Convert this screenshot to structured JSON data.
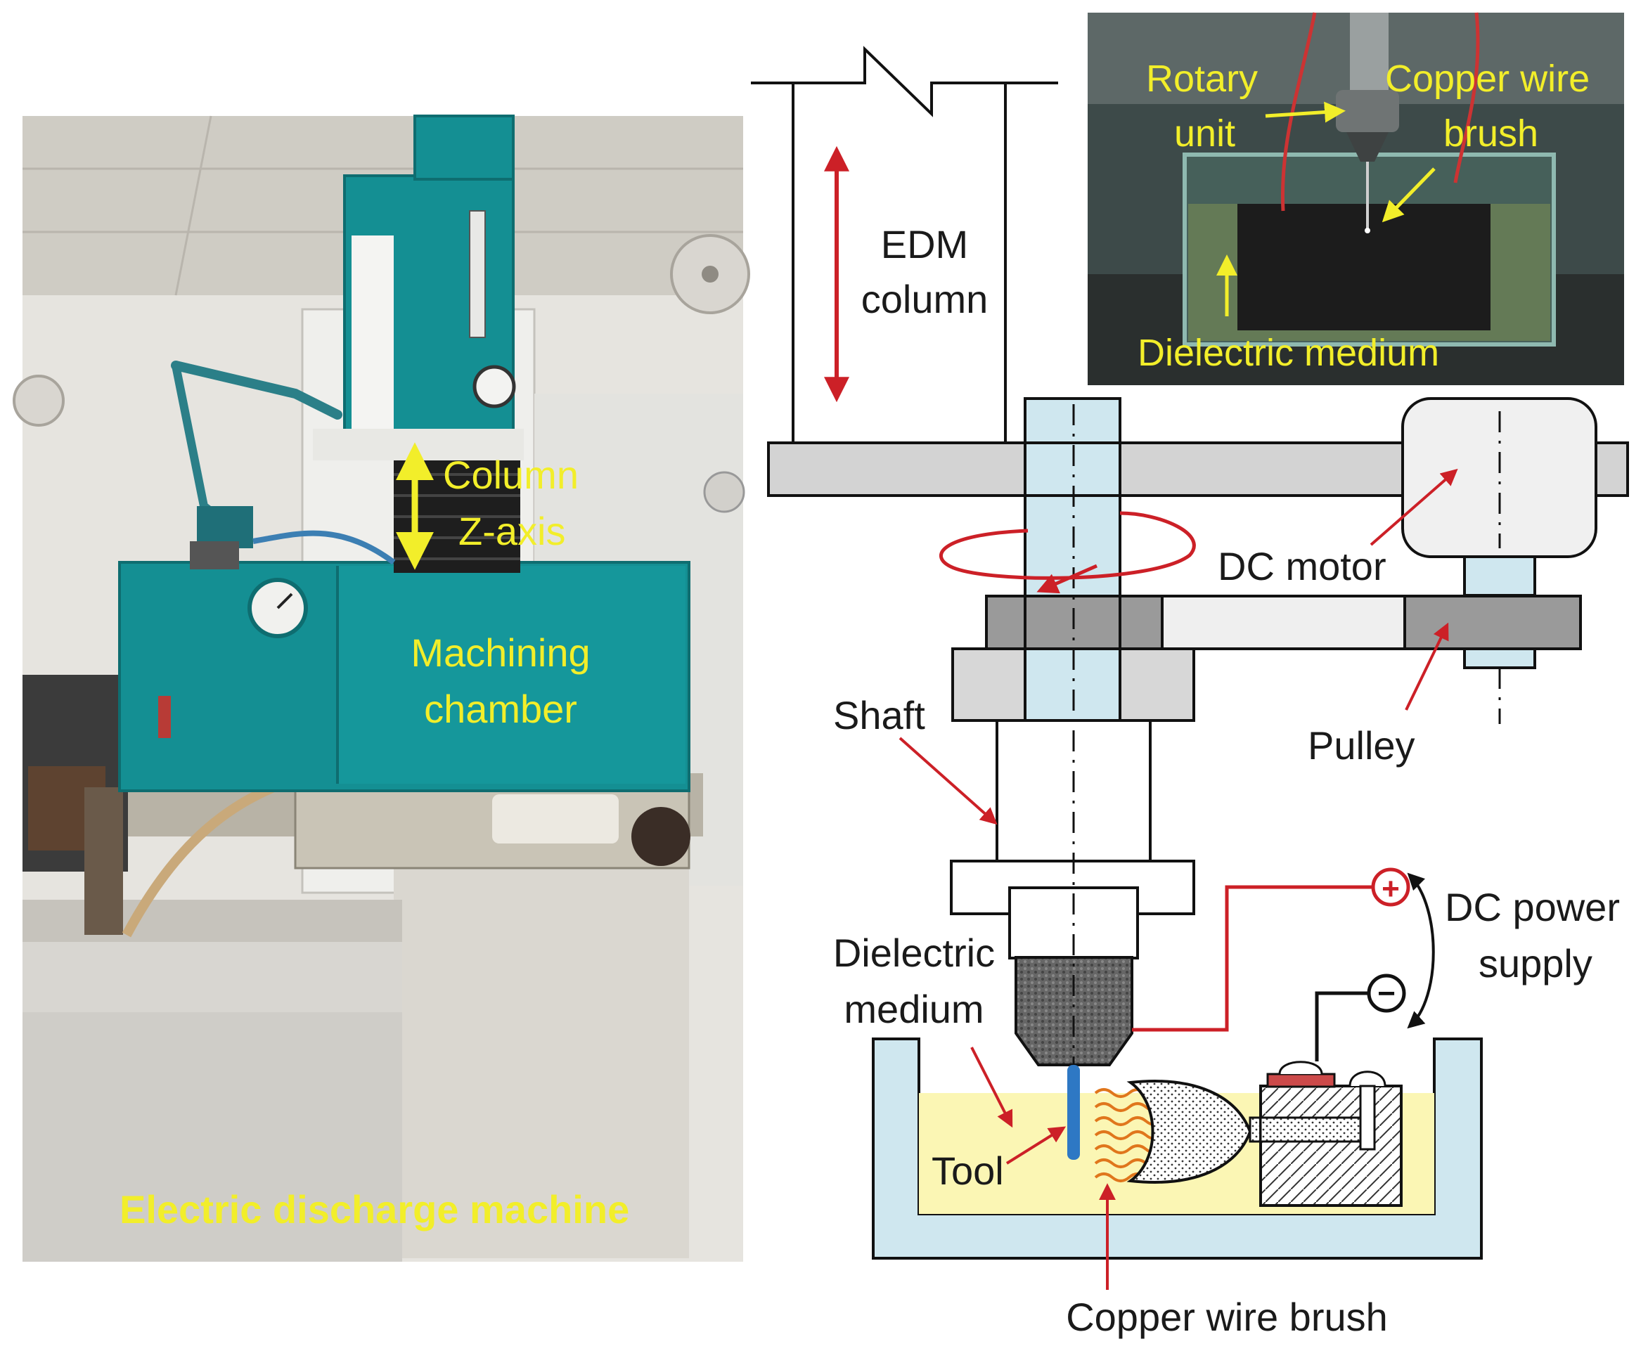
{
  "photo_labels": {
    "column_l1": "Column",
    "column_l2": "Z-axis",
    "chamber_l1": "Machining",
    "chamber_l2": "chamber",
    "caption": "Electric discharge machine"
  },
  "inset_labels": {
    "rotary_l1": "Rotary",
    "rotary_l2": "unit",
    "brush_l1": "Copper wire",
    "brush_l2": "brush",
    "dielectric": "Dielectric medium"
  },
  "schematic_labels": {
    "edm_l1": "EDM",
    "edm_l2": "column",
    "dc_motor": "DC motor",
    "shaft": "Shaft",
    "pulley": "Pulley",
    "dielectric_l1": "Dielectric",
    "dielectric_l2": "medium",
    "dc_power_l1": "DC power",
    "dc_power_l2": "supply",
    "tool": "Tool",
    "brush": "Copper wire brush",
    "plus": "+",
    "minus": "−"
  },
  "colors": {
    "teal": "#148f93",
    "label_yellow": "#f2ee2a",
    "arrow_red": "#cc2027",
    "shaft_blue": "#cfe7ef",
    "dielectric_yellow": "#fbf6b4",
    "tank_blue": "#cfe7ef"
  }
}
